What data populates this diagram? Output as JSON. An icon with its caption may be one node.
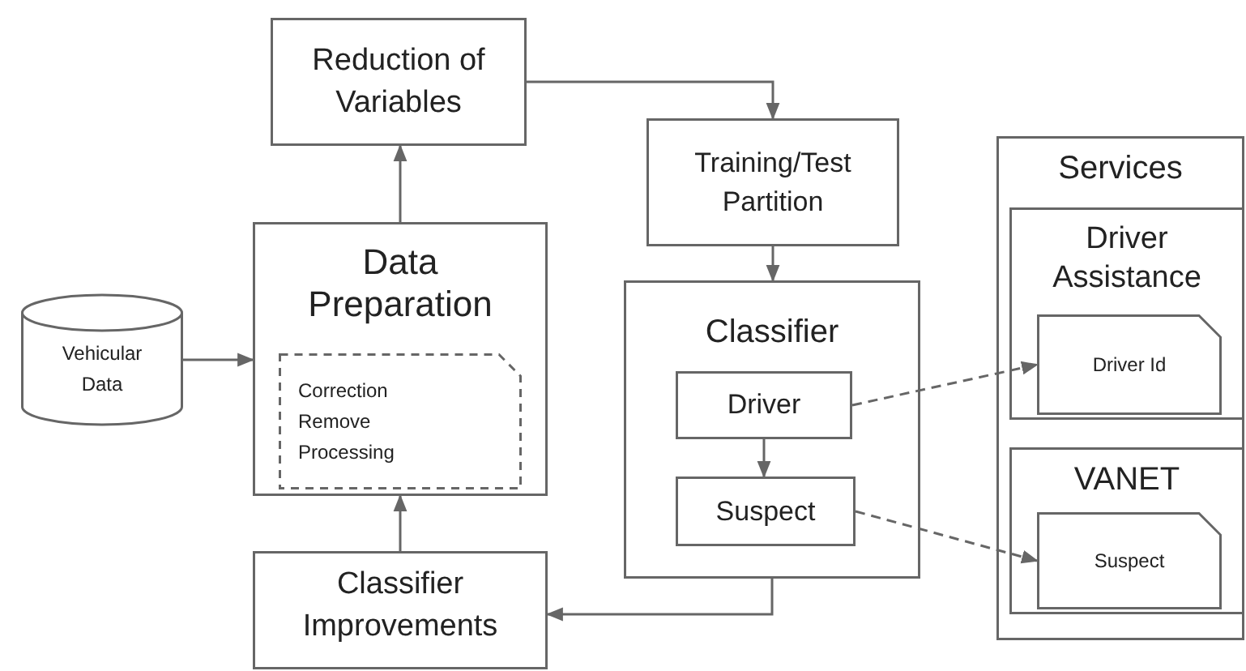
{
  "diagram": {
    "nodes": [
      {
        "text": [
          "Reduction of Variables"
        ]
      },
      {
        "text": [
          "Training/Test Partition"
        ]
      },
      {
        "text": [
          "Services"
        ]
      },
      {
        "text": [
          "Driver Assistance"
        ],
        "in": 2
      },
      {
        "text": [
          "Driver Id"
        ],
        "in": 3
      },
      {
        "text": [
          "Vehicular Data"
        ]
      },
      {
        "text": [
          "Data Preparation"
        ]
      },
      {
        "text": [
          "Correction",
          "Remove",
          "Processing"
        ],
        "in": 6
      },
      {
        "text": [
          "Classifier"
        ]
      },
      {
        "text": [
          "Driver"
        ],
        "in": 8
      },
      {
        "text": [
          "Suspect"
        ],
        "in": 8
      },
      {
        "text": [
          "VANET"
        ],
        "in": 2
      },
      {
        "text": [
          "Suspect"
        ],
        "in": 11
      },
      {
        "text": [
          "Classifier Improvements"
        ]
      }
    ],
    "edges": [
      {
        "from": 5,
        "to": 6,
        "arrow": "to"
      },
      {
        "from": 6,
        "to": 0,
        "arrow": "to"
      },
      {
        "from": 0,
        "to": 1,
        "arrow": "to"
      },
      {
        "from": 1,
        "to": 8,
        "arrow": "to"
      },
      {
        "from": 9,
        "to": 10,
        "arrow": "to"
      },
      {
        "from": 9,
        "to": 4,
        "arrow": "to",
        "style": "dashed"
      },
      {
        "from": 10,
        "to": 12,
        "arrow": "to",
        "style": "dashed"
      },
      {
        "from": 8,
        "to": 13,
        "arrow": "to"
      },
      {
        "from": 13,
        "to": 6,
        "arrow": "to"
      }
    ]
  }
}
